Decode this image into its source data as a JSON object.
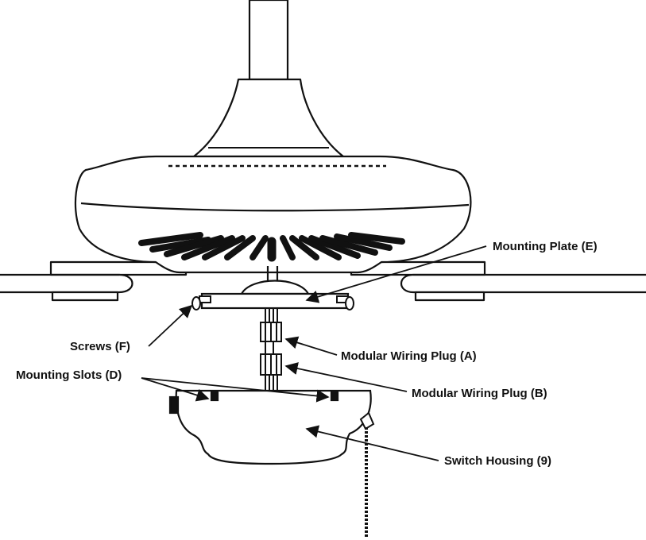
{
  "labels": {
    "mounting_plate": "Mounting Plate (E)",
    "screws": "Screws (F)",
    "mounting_slots": "Mounting Slots (D)",
    "plug_a": "Modular Wiring Plug (A)",
    "plug_b": "Modular Wiring Plug (B)",
    "switch_housing": "Switch Housing (9)"
  },
  "colors": {
    "line": "#111111",
    "fill": "#ffffff"
  }
}
